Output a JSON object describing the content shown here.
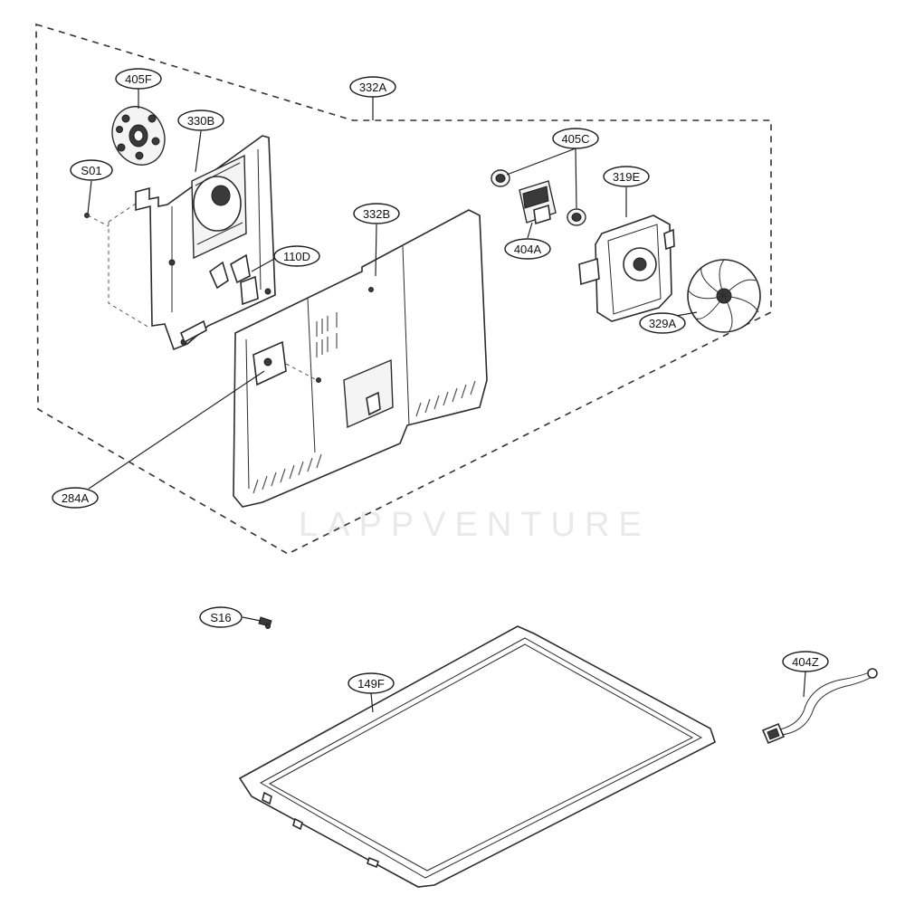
{
  "callouts": {
    "c_405F": "405F",
    "c_330B": "330B",
    "c_S01": "S01",
    "c_110D": "110D",
    "c_332A": "332A",
    "c_332B": "332B",
    "c_405C": "405C",
    "c_319E": "319E",
    "c_404A": "404A",
    "c_329A": "329A",
    "c_284A": "284A",
    "c_S16": "S16",
    "c_149F": "149F",
    "c_404Z": "404Z"
  },
  "watermark": "LAPPVENTURE"
}
